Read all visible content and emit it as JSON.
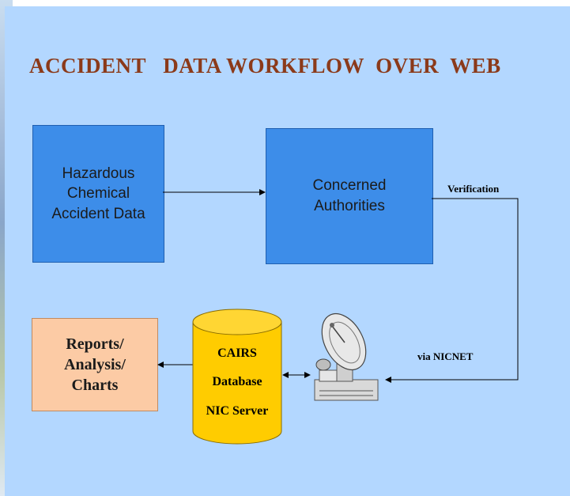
{
  "title": "ACCIDENT   DATA WORKFLOW  OVER  WEB",
  "nodes": {
    "hazard": "Hazardous\nChemical\nAccident Data",
    "authorities": "Concerned\nAuthorities",
    "reports": "Reports/\nAnalysis/\nCharts",
    "database": [
      "CAIRS",
      "Database",
      "NIC Server"
    ]
  },
  "edge_labels": {
    "verification": "Verification",
    "via_nicnet": "via NICNET"
  },
  "colors": {
    "background": "#b3d7ff",
    "title": "#8b3a1a",
    "process_box": "#3d8de9",
    "output_box": "#fccba5",
    "database": "#ffcc00"
  },
  "icons": [
    "satellite-dish-icon"
  ]
}
